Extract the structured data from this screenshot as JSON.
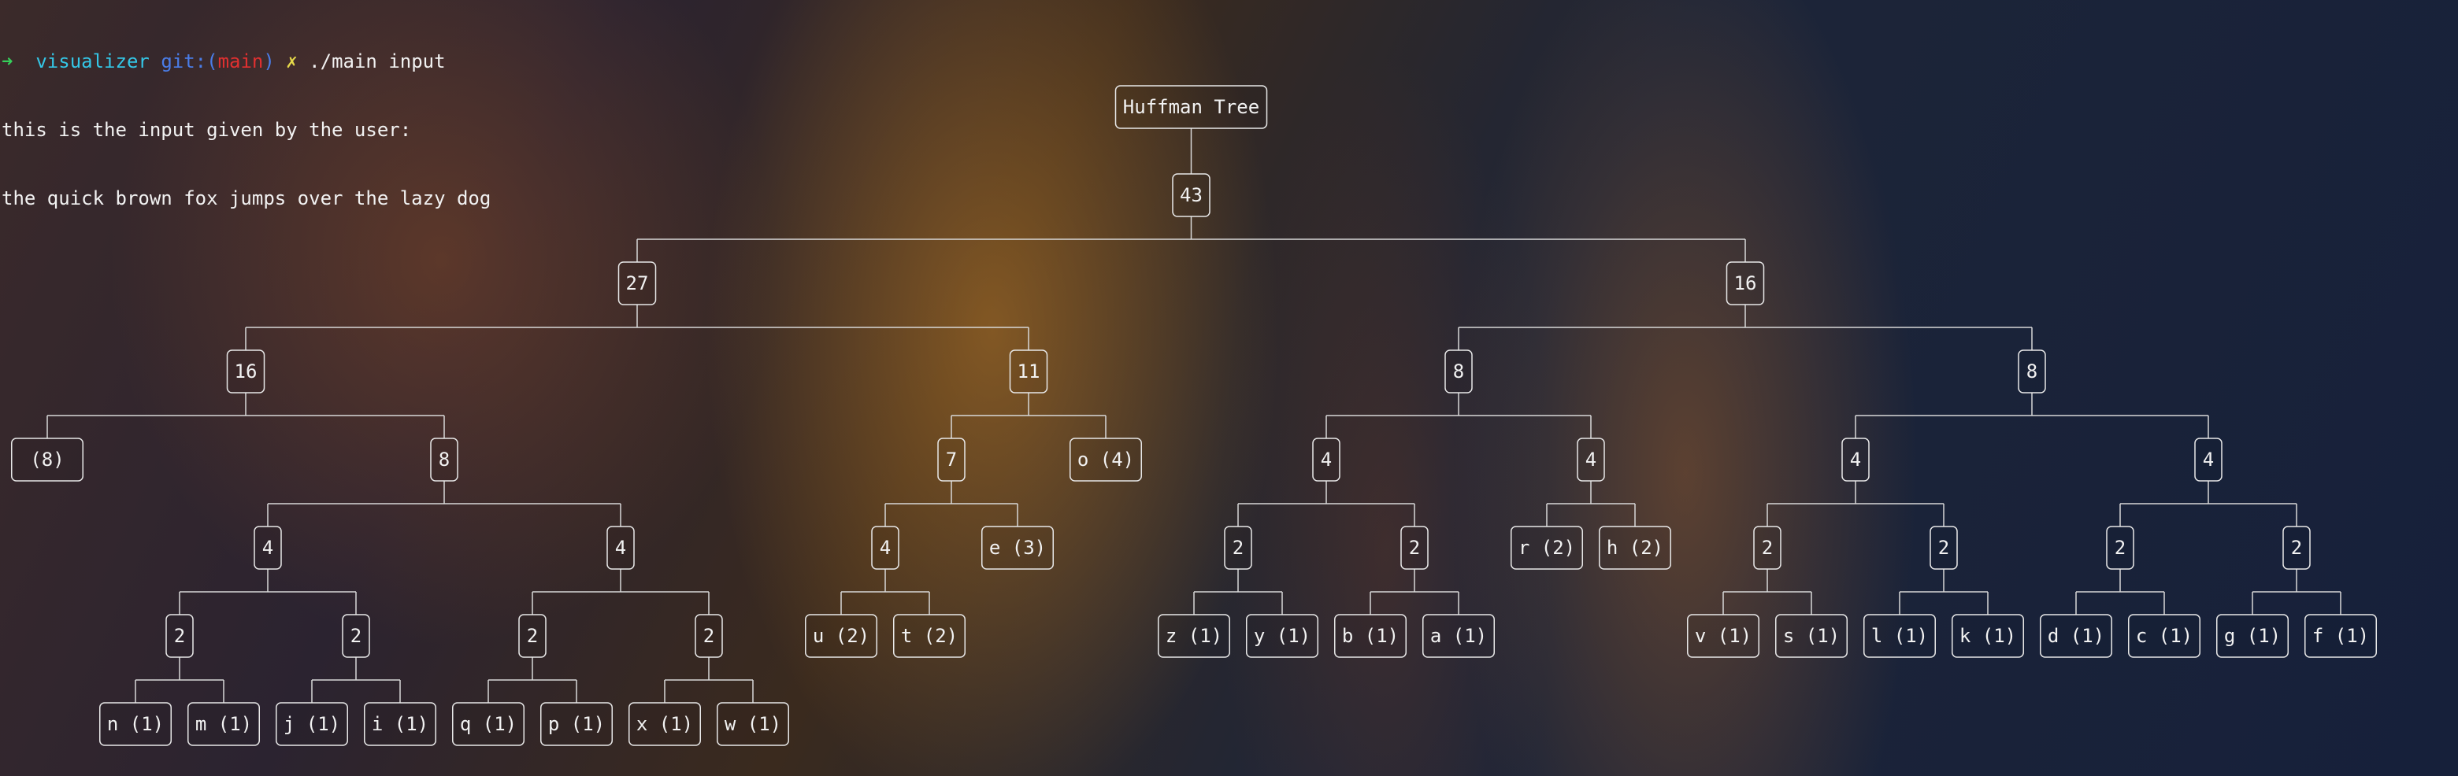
{
  "terminal": {
    "prompt_arrow": "➜",
    "directory": "visualizer",
    "git_label": "git:(",
    "branch": "main",
    "git_close": ")",
    "dirty_mark": "✗",
    "command": "./main input",
    "line2": "this is the input given by the user:",
    "line3": "the quick brown fox jumps over the lazy dog"
  },
  "tree": {
    "title": "Huffman Tree",
    "root": {
      "label": "43",
      "children": [
        {
          "label": "27",
          "children": [
            {
              "label": "16",
              "children": [
                {
                  "label": "  (8)"
                },
                {
                  "label": "8",
                  "children": [
                    {
                      "label": "4",
                      "children": [
                        {
                          "label": "2",
                          "children": [
                            {
                              "label": "n (1)"
                            },
                            {
                              "label": "m (1)"
                            }
                          ]
                        },
                        {
                          "label": "2",
                          "children": [
                            {
                              "label": "j (1)"
                            },
                            {
                              "label": "i (1)"
                            }
                          ]
                        }
                      ]
                    },
                    {
                      "label": "4",
                      "children": [
                        {
                          "label": "2",
                          "children": [
                            {
                              "label": "q (1)"
                            },
                            {
                              "label": "p (1)"
                            }
                          ]
                        },
                        {
                          "label": "2",
                          "children": [
                            {
                              "label": "x (1)"
                            },
                            {
                              "label": "w (1)"
                            }
                          ]
                        }
                      ]
                    }
                  ]
                }
              ]
            },
            {
              "label": "11",
              "children": [
                {
                  "label": "7",
                  "children": [
                    {
                      "label": "4",
                      "children": [
                        {
                          "label": "u (2)"
                        },
                        {
                          "label": "t (2)"
                        }
                      ]
                    },
                    {
                      "label": "e (3)"
                    }
                  ]
                },
                {
                  "label": "o (4)"
                }
              ]
            }
          ]
        },
        {
          "label": "16",
          "children": [
            {
              "label": "8",
              "children": [
                {
                  "label": "4",
                  "children": [
                    {
                      "label": "2",
                      "children": [
                        {
                          "label": "z (1)"
                        },
                        {
                          "label": "y (1)"
                        }
                      ]
                    },
                    {
                      "label": "2",
                      "children": [
                        {
                          "label": "b (1)"
                        },
                        {
                          "label": "a (1)"
                        }
                      ]
                    }
                  ]
                },
                {
                  "label": "4",
                  "children": [
                    {
                      "label": "r (2)"
                    },
                    {
                      "label": "h (2)"
                    }
                  ]
                }
              ]
            },
            {
              "label": "8",
              "children": [
                {
                  "label": "4",
                  "children": [
                    {
                      "label": "2",
                      "children": [
                        {
                          "label": "v (1)"
                        },
                        {
                          "label": "s (1)"
                        }
                      ]
                    },
                    {
                      "label": "2",
                      "children": [
                        {
                          "label": "l (1)"
                        },
                        {
                          "label": "k (1)"
                        }
                      ]
                    }
                  ]
                },
                {
                  "label": "4",
                  "children": [
                    {
                      "label": "2",
                      "children": [
                        {
                          "label": "d (1)"
                        },
                        {
                          "label": "c (1)"
                        }
                      ]
                    },
                    {
                      "label": "2",
                      "children": [
                        {
                          "label": "g (1)"
                        },
                        {
                          "label": "f (1)"
                        }
                      ]
                    }
                  ]
                }
              ]
            }
          ]
        }
      ]
    }
  }
}
